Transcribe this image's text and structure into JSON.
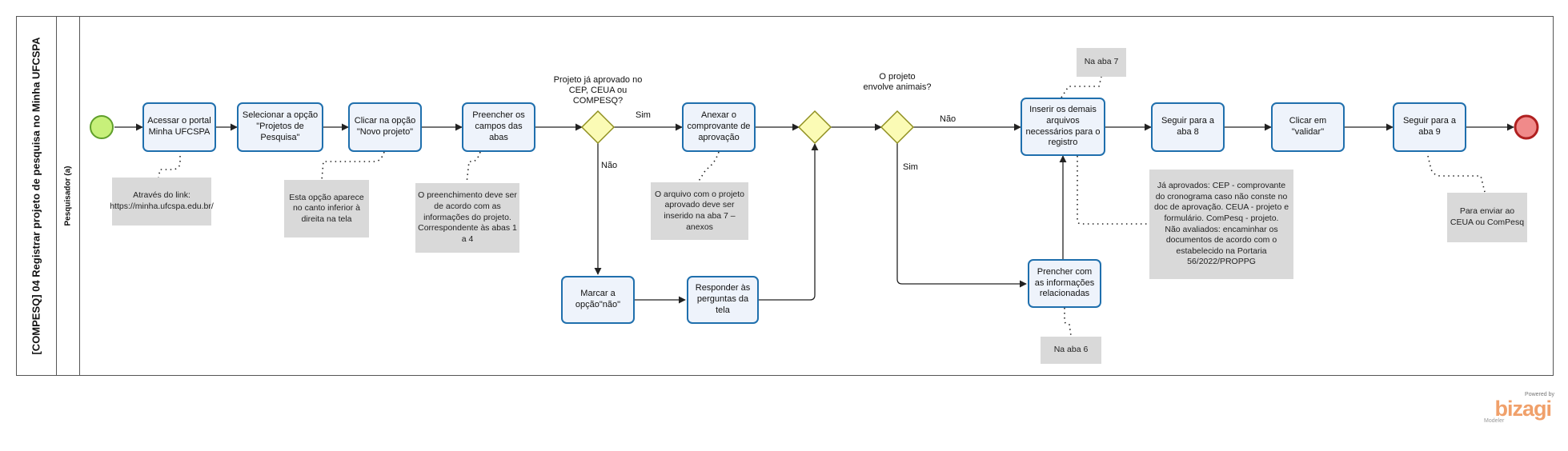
{
  "pool": {
    "title": "[COMPESQ] 04 Registrar projeto de pesquisa no Minha UFCSPA"
  },
  "lane": {
    "title": "Pesquisador (a)"
  },
  "tasks": {
    "acessar": "Acessar o portal Minha UFCSPA",
    "selecionar": "Selecionar a opção \"Projetos de Pesquisa\"",
    "clicar_novo": "Clicar na opção \"Novo projeto\"",
    "preencher_campos": "Preencher os campos das abas",
    "anexar": "Anexar o comprovante de aprovação",
    "marcar": "Marcar a opção\"não\"",
    "responder": "Responder às perguntas da tela",
    "inserir": "Inserir os demais arquivos necessários para o registro",
    "prencher_info": "Prencher com as informações relacionadas",
    "seguir8": "Seguir para a aba 8",
    "clicar_validar": "Clicar em \"validar\"",
    "seguir9": "Seguir para a aba 9"
  },
  "gateways": {
    "aprovado_question": "Projeto já aprovado no CEP, CEUA ou COMPESQ?",
    "animais_question": "O projeto envolve animais?"
  },
  "flow_labels": {
    "sim_top": "Sim",
    "nao_down": "Não",
    "nao_right": "Não",
    "sim_down": "Sim"
  },
  "notes": {
    "link": "Através do link: https://minha.ufcspa.edu.br/",
    "opcao": "Esta opção aparece no canto inferior à direita na tela",
    "preenchimento": "O preenchimento deve ser de acordo com as informações do projeto. Correspondente às abas 1 a 4",
    "arquivo": "O arquivo com o projeto aprovado deve ser inserido na aba 7 – anexos",
    "aba7": "Na aba 7",
    "aba6": "Na aba 6",
    "aprovados": "Já aprovados: CEP - comprovante do cronograma caso não conste no doc de aprovação. CEUA - projeto e formulário. ComPesq - projeto.\nNão avaliados: encaminhar os documentos de acordo com o estabelecido na Portaria 56/2022/PROPPG",
    "enviar": "Para enviar ao CEUA ou ComPesq"
  },
  "colors": {
    "task_border": "#1f6fad",
    "task_fill": "#eef3fb",
    "gateway_fill": "#fbfbb5",
    "gateway_stroke": "#8f8f1f",
    "start_fill": "#c7f07a",
    "start_stroke": "#5f9f2a",
    "end_fill": "#f08a8a",
    "end_stroke": "#b02020",
    "note_fill": "#d9d9d9"
  },
  "branding": {
    "powered_by": "Powered by",
    "name": "bizagi",
    "sub": "Modeler"
  }
}
